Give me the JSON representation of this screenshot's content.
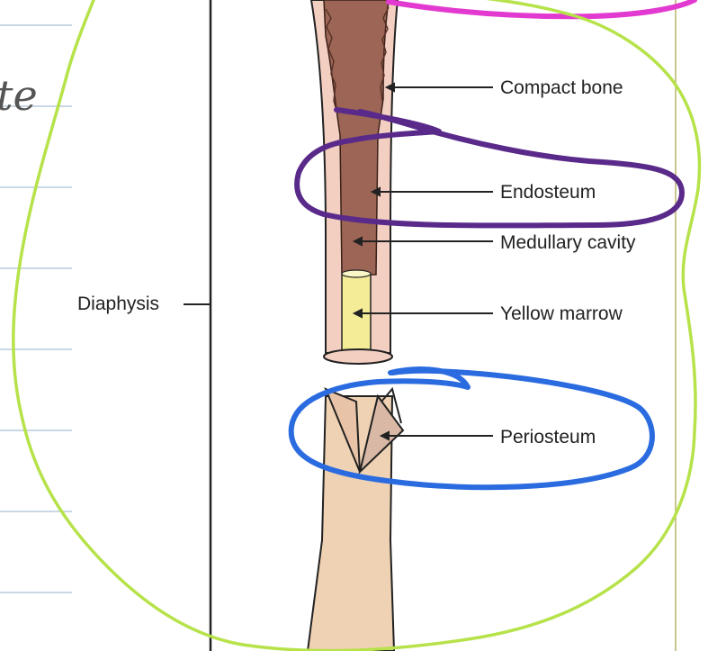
{
  "diagram": {
    "diaphysis_label": "Diaphysis",
    "labels": {
      "compact_bone": "Compact bone",
      "endosteum": "Endosteum",
      "medullary_cavity": "Medullary cavity",
      "yellow_marrow": "Yellow marrow",
      "periosteum": "Periosteum"
    },
    "handwriting": "te",
    "colors": {
      "bone_outer": "#f3cfc2",
      "bone_base": "#efd2b3",
      "cavity": "#9c6555",
      "marrow": "#f4ec97",
      "green_annotation": "#b6e24a",
      "magenta_annotation": "#e23ad0",
      "purple_annotation": "#5a2a8a",
      "blue_annotation": "#2a6be0",
      "notebook_line": "#a9bfd6"
    }
  }
}
